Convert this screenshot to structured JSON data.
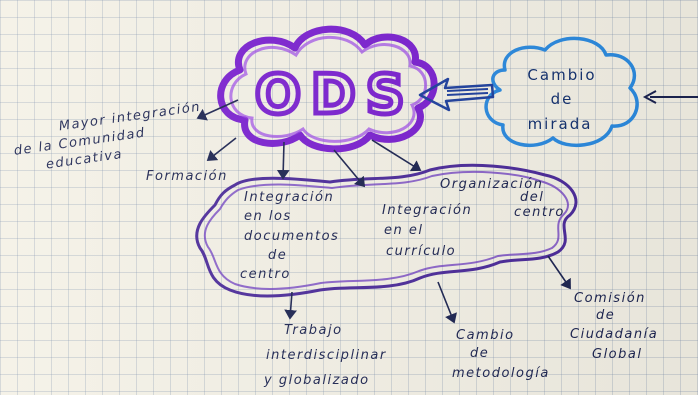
{
  "center": {
    "label": "ODS"
  },
  "blue_cloud": {
    "lines": [
      "Cambio",
      "de",
      "mirada"
    ]
  },
  "labels": {
    "mayor": [
      "Mayor integración",
      "de la Comunidad",
      "educativa"
    ],
    "formacion": [
      "Formación"
    ],
    "integ_docs": [
      "Integración",
      "en los",
      "documentos",
      "de",
      "centro"
    ],
    "integ_curr": [
      "Integración",
      "en el",
      "currículo"
    ],
    "organizacion": [
      "Organización",
      "del",
      "centro"
    ],
    "trabajo": [
      "Trabajo",
      "interdisciplinar",
      "y globalizado"
    ],
    "metodologia": [
      "Cambio",
      "de",
      "metodología"
    ],
    "comision": [
      "Comisión",
      "de",
      "Ciudadanía",
      "Global"
    ]
  },
  "colors": {
    "purple": "#7a1fd0",
    "purple_dark": "#4b2a9a",
    "blue": "#2a8ae0",
    "ink": "#1b2350"
  }
}
